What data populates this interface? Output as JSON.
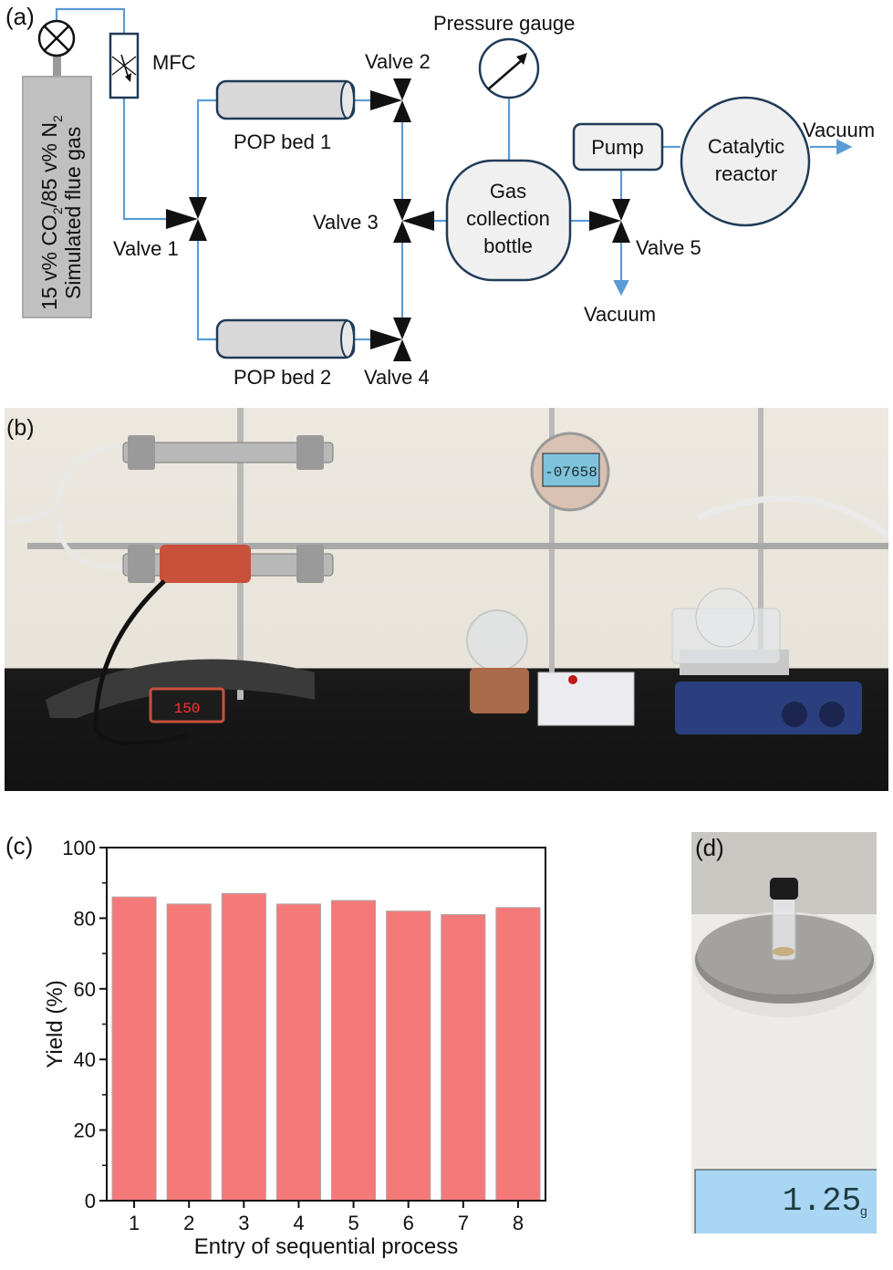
{
  "panels": {
    "a": {
      "label": "(a)",
      "cylinder_line1": "15 v% CO",
      "cylinder_sub1": "2",
      "cylinder_mid": "/85 v% N",
      "cylinder_sub2": "2",
      "cylinder_line2": "Simulated flue gas",
      "mfc": "MFC",
      "pop_bed_1": "POP bed 1",
      "pop_bed_2": "POP bed 2",
      "valve_1": "Valve 1",
      "valve_2": "Valve 2",
      "valve_3": "Valve 3",
      "valve_4": "Valve 4",
      "valve_5": "Valve 5",
      "pressure_gauge": "Pressure gauge",
      "gas_bottle_1": "Gas",
      "gas_bottle_2": "collection",
      "gas_bottle_3": "bottle",
      "pump": "Pump",
      "reactor_1": "Catalytic",
      "reactor_2": "reactor",
      "vacuum_right": "Vacuum",
      "vacuum_bottom": "Vacuum",
      "colors": {
        "line": "#5b9bd5",
        "outline": "#1f3b57",
        "fill": "#f0f0f0",
        "cylinder_fill": "#c0c0c0"
      }
    },
    "b": {
      "label": "(b)",
      "gauge_reading": "-07658",
      "controller_reading": "150"
    },
    "c": {
      "label": "(c)"
    },
    "d": {
      "label": "(d)",
      "scale_reading": "1.25",
      "scale_unit": "g"
    }
  },
  "chart_data": {
    "type": "bar",
    "title": "",
    "xlabel": "Entry of sequential process",
    "ylabel": "Yield (%)",
    "categories": [
      "1",
      "2",
      "3",
      "4",
      "5",
      "6",
      "7",
      "8"
    ],
    "values": [
      86,
      84,
      87,
      84,
      85,
      82,
      81,
      83
    ],
    "ylim": [
      0,
      100
    ],
    "yticks": [
      "0",
      "20",
      "40",
      "60",
      "80",
      "100"
    ],
    "grid": false,
    "legend": "none",
    "bar_color": "#f47a7a"
  }
}
